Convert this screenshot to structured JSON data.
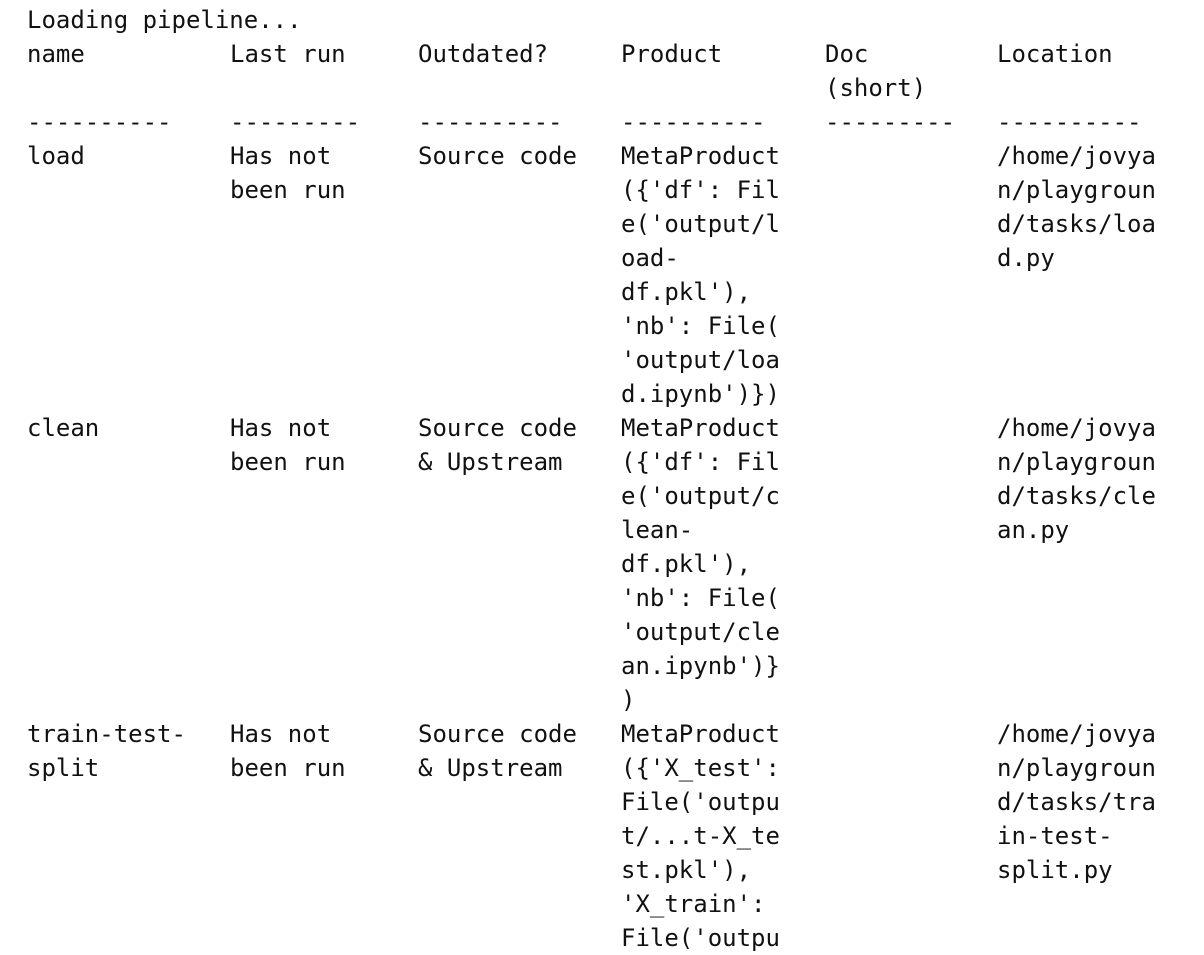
{
  "status": "Loading pipeline...",
  "headers": [
    [
      "name"
    ],
    [
      "Last run"
    ],
    [
      "Outdated?"
    ],
    [
      "Product"
    ],
    [
      "Doc",
      "(short)"
    ],
    [
      "Location"
    ]
  ],
  "separators": [
    "----------",
    "---------",
    "----------",
    "----------",
    "---------",
    "----------"
  ],
  "rows": [
    {
      "name": [
        "load"
      ],
      "last_run": [
        "Has not",
        "been run"
      ],
      "outdated": [
        "Source code"
      ],
      "product": [
        "MetaProduct",
        "({'df': Fil",
        "e('output/l",
        "oad-",
        "df.pkl'),",
        "'nb': File(",
        "'output/loa",
        "d.ipynb')})"
      ],
      "doc": [],
      "location": [
        "/home/jovya",
        "n/playgroun",
        "d/tasks/loa",
        "d.py"
      ]
    },
    {
      "name": [
        "clean"
      ],
      "last_run": [
        "Has not",
        "been run"
      ],
      "outdated": [
        "Source code",
        "& Upstream"
      ],
      "product": [
        "MetaProduct",
        "({'df': Fil",
        "e('output/c",
        "lean-",
        "df.pkl'),",
        "'nb': File(",
        "'output/cle",
        "an.ipynb')}",
        ")"
      ],
      "doc": [],
      "location": [
        "/home/jovya",
        "n/playgroun",
        "d/tasks/cle",
        "an.py"
      ]
    },
    {
      "name": [
        "train-test-",
        "split"
      ],
      "last_run": [
        "Has not",
        "been run"
      ],
      "outdated": [
        "Source code",
        "& Upstream"
      ],
      "product": [
        "MetaProduct",
        "({'X_test':",
        "File('outpu",
        "t/...t-X_te",
        "st.pkl'),",
        "'X_train':",
        "File('outpu"
      ],
      "doc": [],
      "location": [
        "/home/jovya",
        "n/playgroun",
        "d/tasks/tra",
        "in-test-",
        "split.py"
      ]
    }
  ]
}
